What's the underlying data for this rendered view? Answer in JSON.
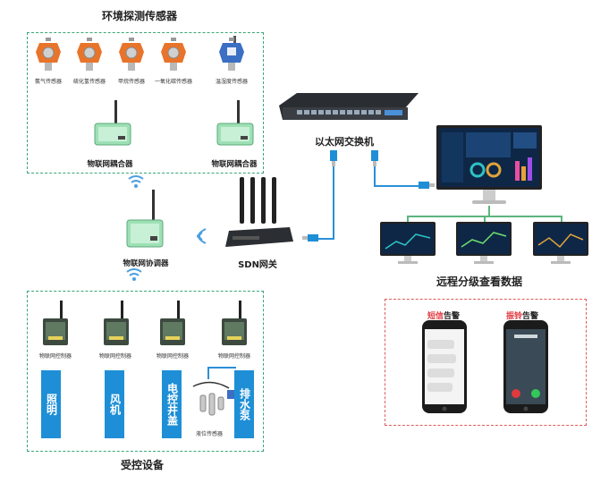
{
  "sections": {
    "env_sensors": "环境探测传感器",
    "controlled_devices": "受控设备",
    "ethernet_switch": "以太网交换机",
    "remote_view": "远程分级查看数据"
  },
  "sensors": [
    {
      "label": "氨气传感器",
      "color": "#e8742b"
    },
    {
      "label": "硫化氢传感器",
      "color": "#e8742b"
    },
    {
      "label": "甲烷传感器",
      "color": "#e8742b"
    },
    {
      "label": "一氧化碳传感器",
      "color": "#e8742b"
    },
    {
      "label": "温湿度传感器",
      "color": "#3b6fc4"
    }
  ],
  "couplers": [
    "物联网耦合器",
    "物联网耦合器"
  ],
  "coordinator": "物联网协调器",
  "gateway": "SDN网关",
  "controllers": [
    "物联网控制器",
    "物联网控制器",
    "物联网控制器",
    "物联网控制器"
  ],
  "devices": [
    "照明",
    "风机",
    "电控井盖",
    "排水泵"
  ],
  "level_sensor": "液位传感器",
  "alerts": {
    "sms_prefix": "短信",
    "sms_suffix": "告警",
    "ring_prefix": "振铃",
    "ring_suffix": "告警"
  },
  "colors": {
    "accent_green": "#3aa676",
    "accent_blue": "#1e8fd6",
    "alert_red": "#e0393e"
  }
}
